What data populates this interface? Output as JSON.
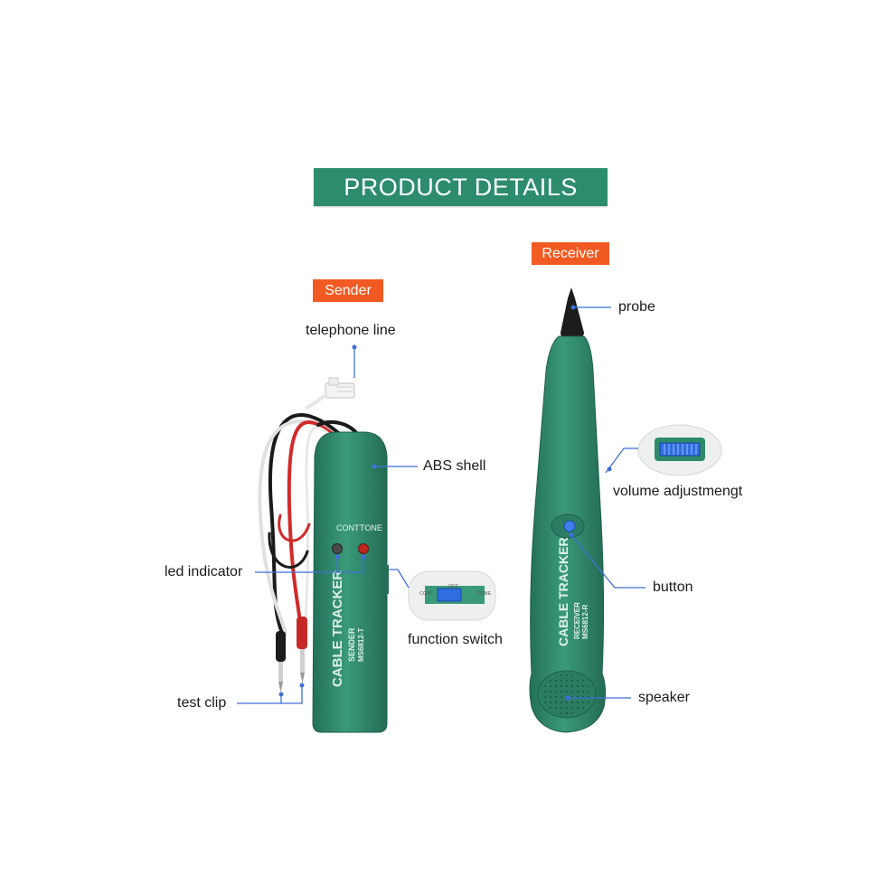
{
  "banner": {
    "title": "PRODUCT DETAILS"
  },
  "sender": {
    "tag": "Sender",
    "device_text": {
      "brand": "CABLE TRACKER",
      "unit": "SENDER",
      "model": "MS6812-T"
    },
    "indicator_labels": {
      "cont": "CONT",
      "tone": "TONE"
    },
    "switch_labels": {
      "left": "CONT",
      "middle": "OFF",
      "right": "TONE"
    }
  },
  "receiver": {
    "tag": "Receiver",
    "device_text": {
      "brand": "CABLE TRACKER",
      "unit": "RECEIVER",
      "model": "MS6812-R"
    }
  },
  "callouts": {
    "telephone_line": "telephone line",
    "abs_shell": "ABS shell",
    "led_indicator": "led indicator",
    "function_switch": "function switch",
    "test_clip": "test clip",
    "probe": "probe",
    "volume_adjustment": "volume adjustmengt",
    "button": "button",
    "speaker": "speaker"
  },
  "colors": {
    "banner": "#2e8c6e",
    "tag": "#f15a22",
    "device_body": "#2f8a6a",
    "callout_line": "#3f6fd8"
  }
}
